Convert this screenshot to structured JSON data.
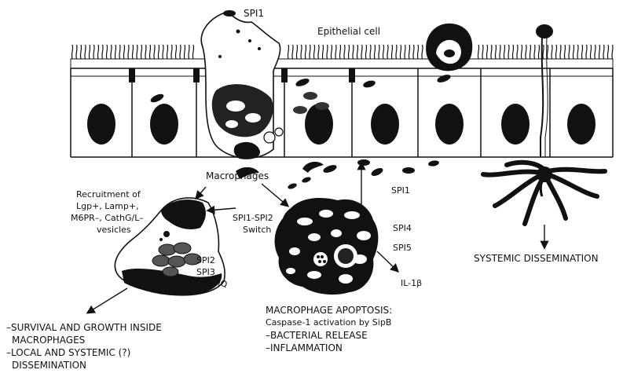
{
  "labels": {
    "spi1_top": "SPI1",
    "epithelial_cell": "Epithelial cell",
    "macrophages": "Macrophages",
    "recruitment": [
      "Recruitment of",
      "Lgp+, Lamp+,",
      "M6PR–, CathG/L–",
      "vesicles"
    ],
    "switch": [
      "SPI1-SPI2",
      "Switch"
    ],
    "spi_genes_left": [
      "SPI2",
      "SPI3",
      "PhoP/Q"
    ],
    "spi1_mid": "SPI1",
    "spi4": "SPI4",
    "spi5": "SPI5",
    "il1b": "IL-1β",
    "systemic": "SYSTEMIC DISSEMINATION",
    "apoptosis": [
      "MACROPHAGE APOPTOSIS:",
      "Caspase-1 activation by SipB",
      "–BACTERIAL RELEASE",
      "–INFLAMMATION"
    ],
    "survival": [
      "–SURVIVAL AND GROWTH INSIDE",
      "MACROPHAGES",
      "–LOCAL AND SYSTEMIC (?)",
      "DISSEMINATION"
    ]
  },
  "colors": {
    "ink": "#111111",
    "background": "#ffffff"
  }
}
